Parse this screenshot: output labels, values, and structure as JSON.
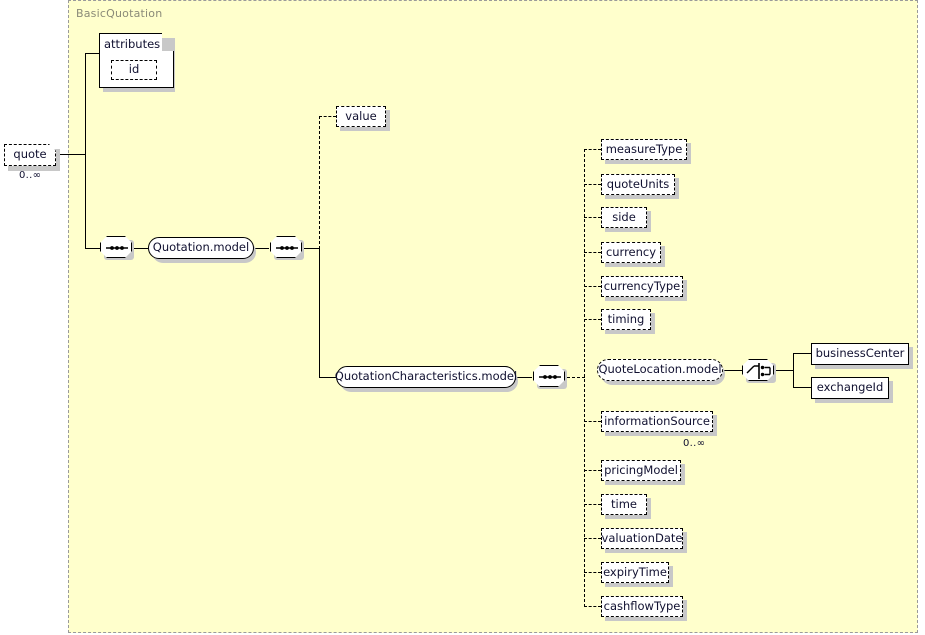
{
  "diagram": {
    "type": "xml-schema-tree",
    "group_title": "BasicQuotation",
    "root": {
      "name": "quote",
      "cardinality": "0..∞",
      "optional": true
    },
    "attributes_compartment": {
      "label": "attributes",
      "items": [
        {
          "name": "id",
          "optional": true
        }
      ]
    },
    "compositors": [
      {
        "id": "seq1",
        "kind": "sequence-icon"
      },
      {
        "id": "seq2",
        "kind": "sequence-icon"
      },
      {
        "id": "seq3",
        "kind": "sequence-icon"
      },
      {
        "id": "choice1",
        "kind": "choice-icon"
      }
    ],
    "models": [
      {
        "name": "Quotation.model",
        "style": "solid"
      },
      {
        "name": "QuotationCharacteristics.model",
        "style": "solid"
      },
      {
        "name": "QuoteLocation.model",
        "style": "dashed"
      }
    ],
    "value_element": {
      "name": "value",
      "optional": true
    },
    "characteristics_elements": [
      {
        "name": "measureType",
        "optional": true,
        "cardinality": ""
      },
      {
        "name": "quoteUnits",
        "optional": true,
        "cardinality": ""
      },
      {
        "name": "side",
        "optional": true,
        "cardinality": ""
      },
      {
        "name": "currency",
        "optional": true,
        "cardinality": ""
      },
      {
        "name": "currencyType",
        "optional": true,
        "cardinality": ""
      },
      {
        "name": "timing",
        "optional": true,
        "cardinality": ""
      },
      {
        "name": "informationSource",
        "optional": true,
        "cardinality": "0..∞"
      },
      {
        "name": "pricingModel",
        "optional": true,
        "cardinality": ""
      },
      {
        "name": "time",
        "optional": true,
        "cardinality": ""
      },
      {
        "name": "valuationDate",
        "optional": true,
        "cardinality": ""
      },
      {
        "name": "expiryTime",
        "optional": true,
        "cardinality": ""
      },
      {
        "name": "cashflowType",
        "optional": true,
        "cardinality": ""
      }
    ],
    "quote_location_choice": [
      {
        "name": "businessCenter",
        "optional": false
      },
      {
        "name": "exchangeId",
        "optional": false
      }
    ],
    "colors": {
      "group_background": "#ffffcc",
      "group_border": "#9a9a9a",
      "node_fill": "#ffffff",
      "node_border": "#000000",
      "shadow": "#c8c8c8",
      "text": "#101030",
      "title_text": "#8a8a78",
      "page_background": "#ffffff"
    }
  }
}
